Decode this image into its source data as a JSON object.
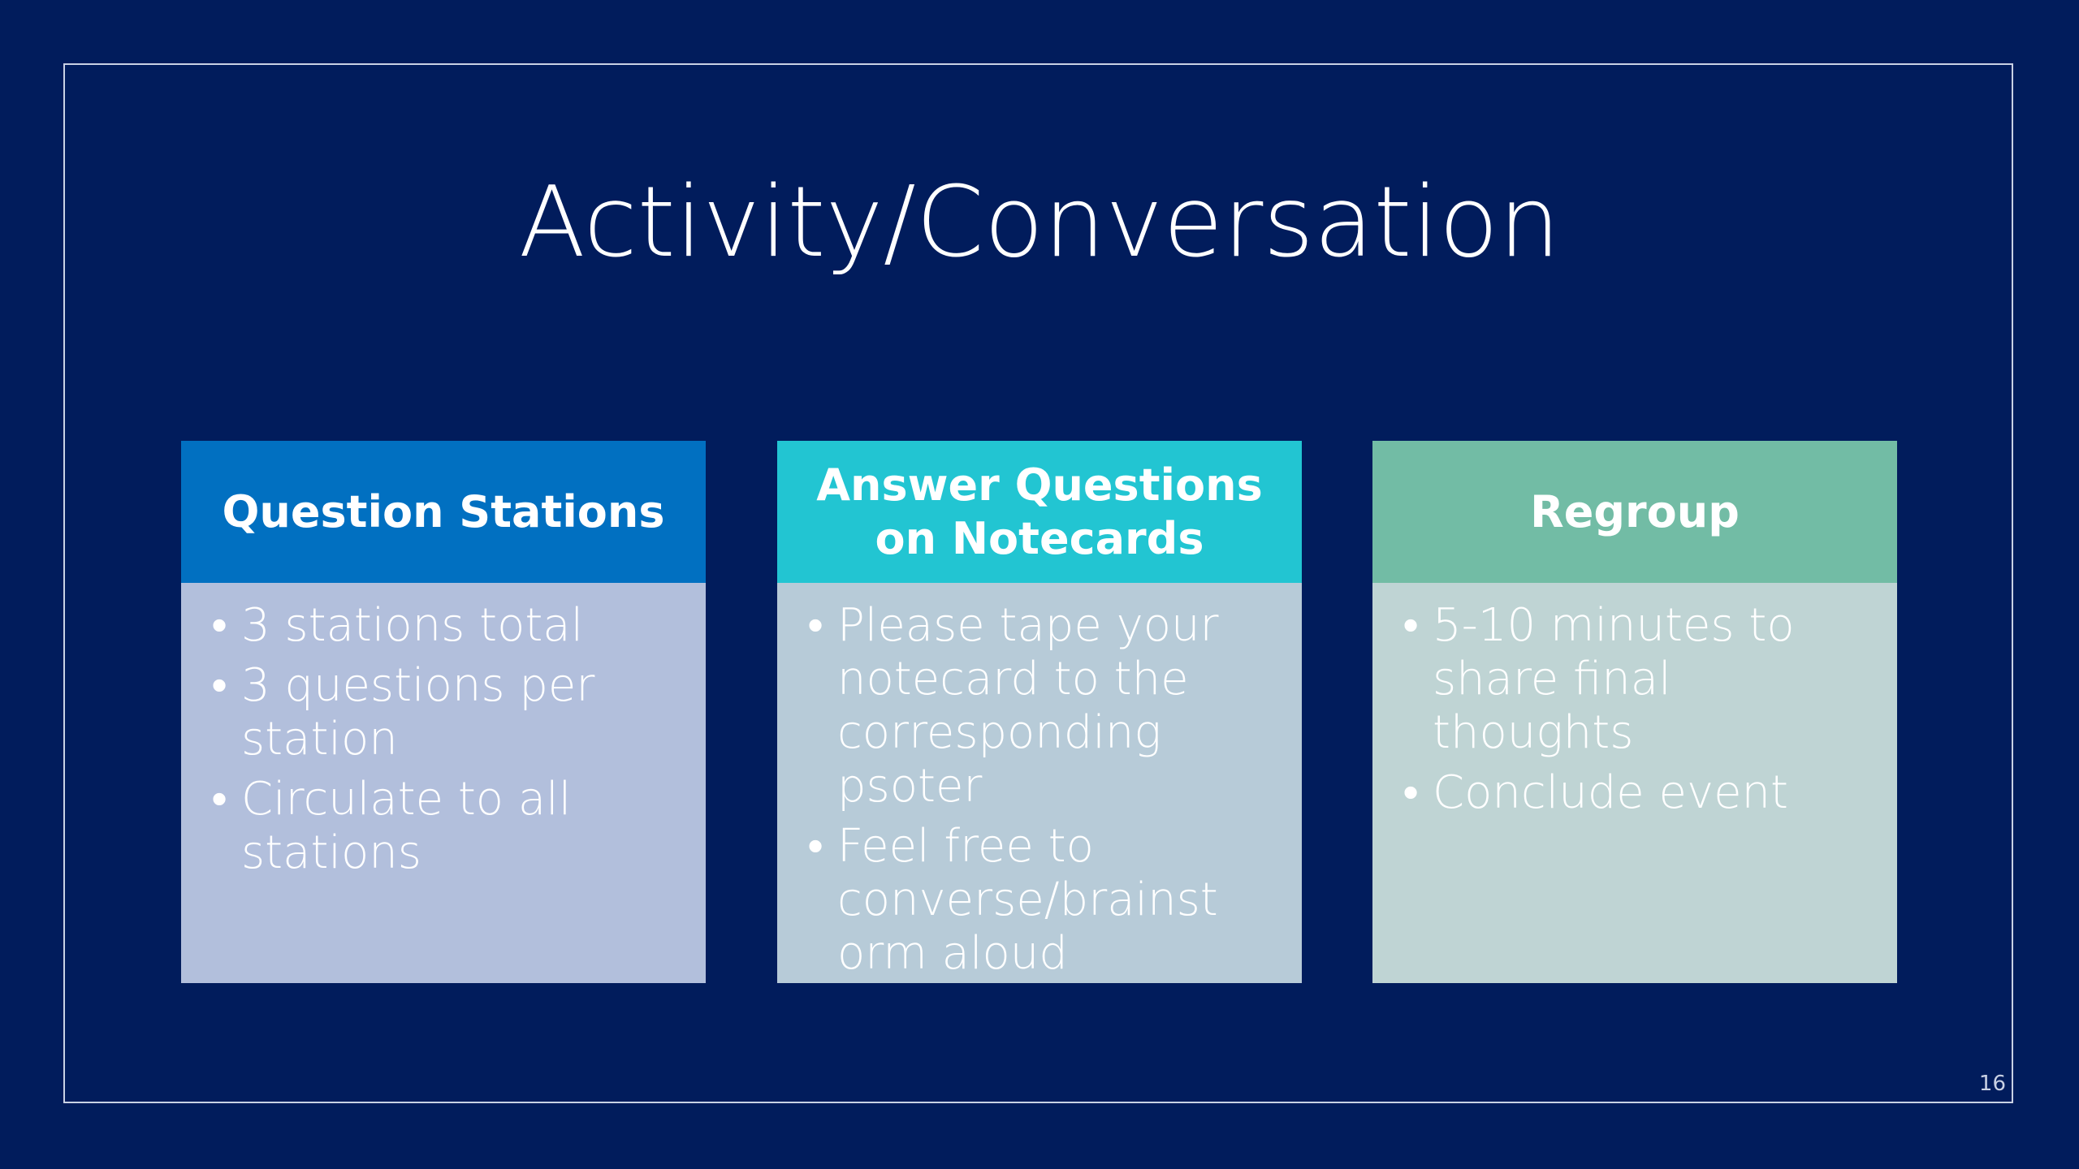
{
  "slide": {
    "title": "Activity/Conversation",
    "page_number": "16",
    "colors": {
      "background": "#011c5c",
      "frame": "#c9d1e4",
      "text": "#ffffff"
    }
  },
  "cards": [
    {
      "heading": "Question Stations",
      "header_color": "#0170c1",
      "body_color": "#b2bfdc",
      "bullets": [
        "3 stations total",
        "3 questions per station",
        "Circulate to all stations"
      ]
    },
    {
      "heading": "Answer Questions on Notecards",
      "header_color": "#22c5d2",
      "body_color": "#b7cbd8",
      "bullets": [
        "Please tape your notecard to the corresponding psoter",
        "Feel free to converse/brainst orm aloud"
      ]
    },
    {
      "heading": "Regroup",
      "header_color": "#72bca5",
      "body_color": "#bfd4d4",
      "bullets": [
        "5-10 minutes to share final thoughts",
        "Conclude event"
      ]
    }
  ]
}
